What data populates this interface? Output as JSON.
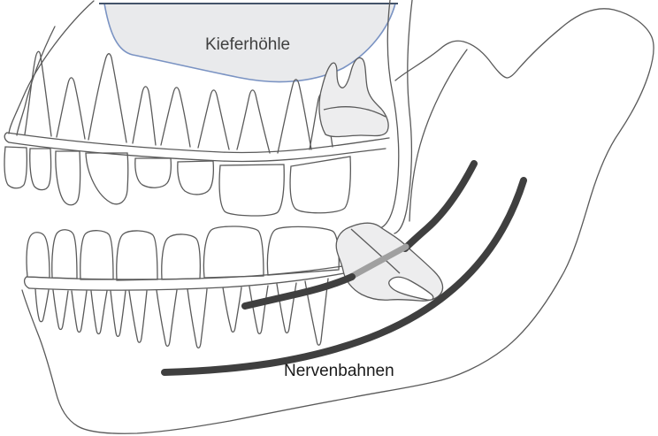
{
  "figure": {
    "type": "dental-anatomy-diagram",
    "labels": {
      "maxillary_sinus": "Kieferhöhle",
      "nerve_tracts": "Nervenbahnen"
    },
    "colors": {
      "background": "#ffffff",
      "outline": "#5a5a5a",
      "sinus_fill": "#e9eaec",
      "sinus_stroke": "#7a93c3",
      "sinus_top_stroke": "#44546a",
      "wisdom_tooth_fill": "#ededee",
      "nerve": "#3f3f3f",
      "nerve_through_tooth": "#a0a0a0",
      "sinus_label_color": "#404040",
      "nerve_label_color": "#1a1a1a",
      "tooth_inner_fill": "#ffffff"
    }
  }
}
